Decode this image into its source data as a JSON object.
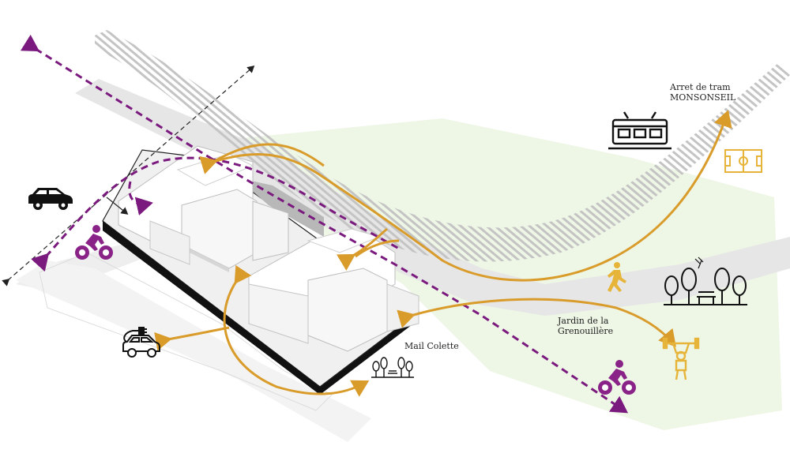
{
  "labels": {
    "tram_stop": "Arret de tram\nMONSONSEIL",
    "garden": "Jardin de la\nGrenouillère",
    "mall": "Mail Colette"
  },
  "icons": [
    "car-icon",
    "tram-icon",
    "sports-field-icon",
    "runner-icon",
    "park-trees-icon",
    "fitness-icon",
    "cyclist-icon",
    "electric-car-icon",
    "bench-icon"
  ],
  "colors": {
    "pedestrian_flow": "#d99c2b",
    "cycle_flow": "#7b1a7e",
    "car_axis": "#222222",
    "green_space": "#eef6e6",
    "rail_hatch": "#c9c9c9",
    "road": "#e3e3e3"
  }
}
